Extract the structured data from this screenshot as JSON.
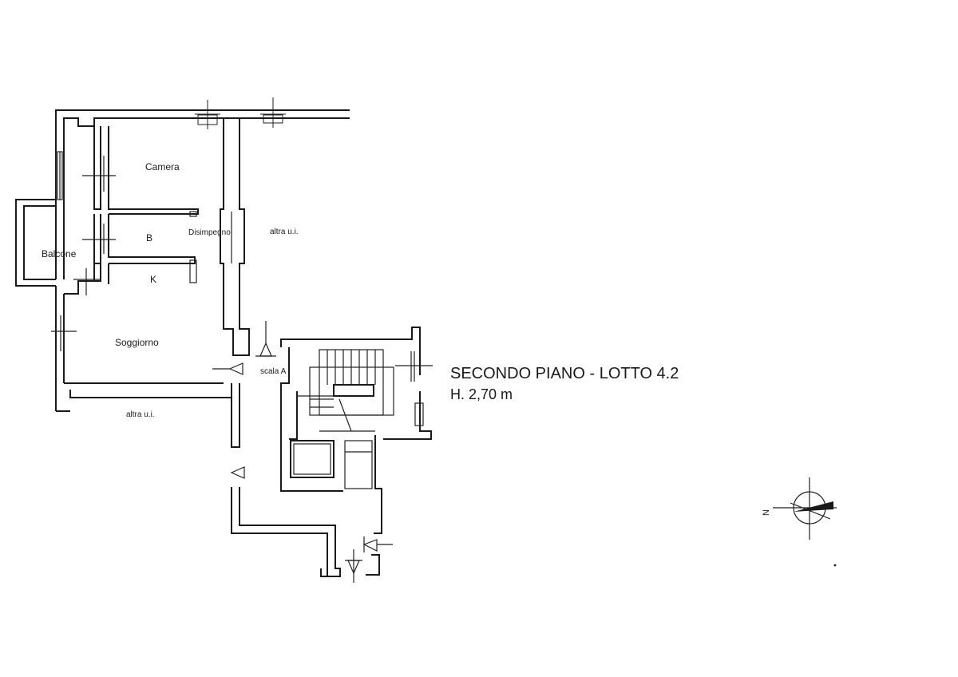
{
  "rooms": {
    "camera": "Camera",
    "bagno": "B",
    "disimpegno": "Disimpegno",
    "balcone": "Balcone",
    "cucina": "K",
    "soggiorno": "Soggiorno",
    "altra_ui_right": "altra u.i.",
    "altra_ui_bottom": "altra u.i.",
    "scala": "scala A"
  },
  "title": {
    "floor": "SECONDO PIANO - LOTTO 4.2",
    "height": "H. 2,70 m"
  },
  "north_arrow": {
    "letter": "N"
  },
  "colors": {
    "line": "#1a1a1a",
    "background": "#ffffff"
  }
}
